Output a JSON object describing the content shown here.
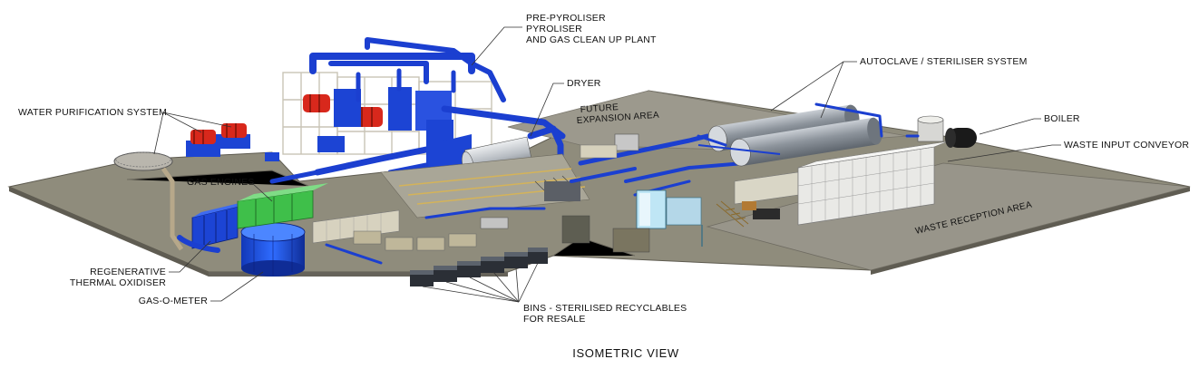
{
  "labels": {
    "pyroliser_line1": "PRE-PYROLISER",
    "pyroliser_line2": "PYROLISER",
    "pyroliser_line3": "AND GAS CLEAN UP PLANT",
    "dryer": "DRYER",
    "autoclave": "AUTOCLAVE / STERILISER SYSTEM",
    "boiler": "BOILER",
    "waste_input_conveyor": "WASTE INPUT CONVEYOR",
    "water_purification": "WATER PURIFICATION SYSTEM",
    "gas_engines": "GAS ENGINES",
    "rto_line1": "REGENERATIVE",
    "rto_line2": "THERMAL OXIDISER",
    "gas_o_meter": "GAS-O-METER",
    "bins_line1": "BINS - STERILISED RECYCLABLES",
    "bins_line2": "FOR RESALE"
  },
  "areas": {
    "future_line1": "FUTURE",
    "future_line2": "EXPANSION AREA",
    "waste_reception": "WASTE RECEPTION AREA"
  },
  "view_title": "ISOMETRIC VIEW",
  "colors": {
    "ground": "#8f8c7c",
    "ground_edge": "#5e5b50",
    "pipe_blue": "#1b3fd0",
    "tank_grey": "#9aa0a8",
    "engine_green": "#3fbf4a",
    "unit_red": "#d8281c",
    "boiler_black": "#1a1a1a"
  }
}
